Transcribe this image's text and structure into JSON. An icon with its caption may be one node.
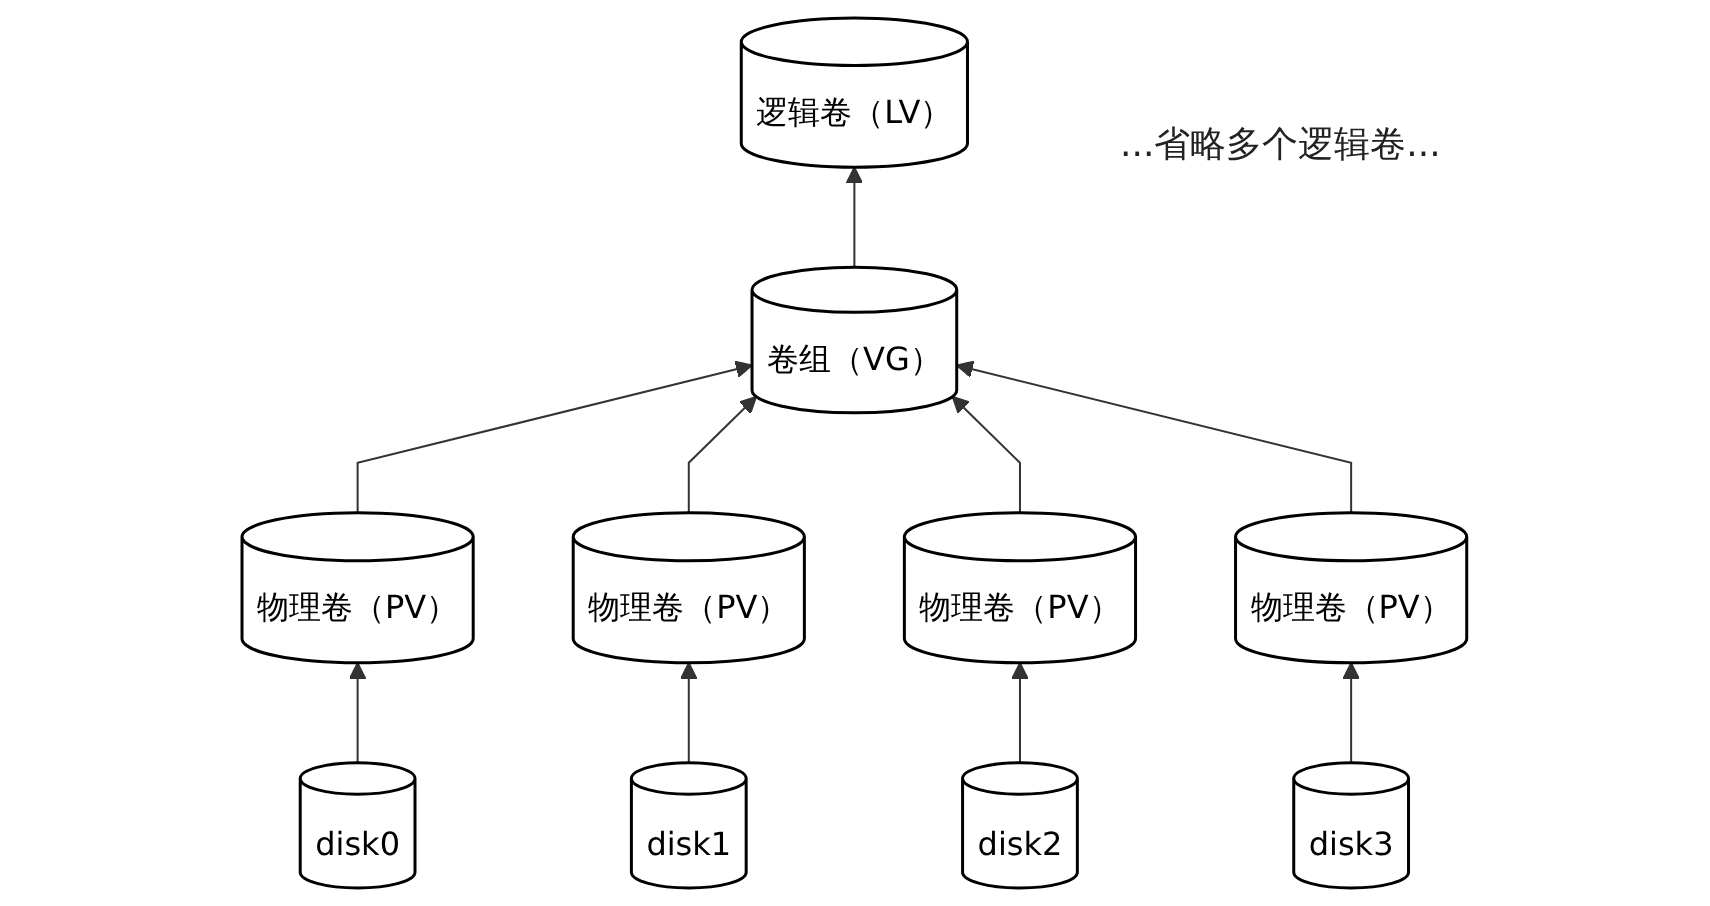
{
  "diagram": {
    "nodes": [
      {
        "text": [
          "逻辑卷（LV）"
        ]
      },
      {
        "text": [
          "卷组（VG）"
        ]
      },
      {
        "text": [
          "物理卷（PV）"
        ]
      },
      {
        "text": [
          "物理卷（PV）"
        ]
      },
      {
        "text": [
          "物理卷（PV）"
        ]
      },
      {
        "text": [
          "物理卷（PV）"
        ]
      },
      {
        "text": [
          "disk0"
        ]
      },
      {
        "text": [
          "disk1"
        ]
      },
      {
        "text": [
          "disk2"
        ]
      },
      {
        "text": [
          "disk3"
        ]
      }
    ],
    "edges": [
      {
        "from": 1,
        "to": 0,
        "arrow": "to"
      },
      {
        "from": 2,
        "to": 1,
        "arrow": "to"
      },
      {
        "from": 3,
        "to": 1,
        "arrow": "to"
      },
      {
        "from": 4,
        "to": 1,
        "arrow": "to"
      },
      {
        "from": 5,
        "to": 1,
        "arrow": "to"
      },
      {
        "from": 6,
        "to": 2,
        "arrow": "to"
      },
      {
        "from": 7,
        "to": 3,
        "arrow": "to"
      },
      {
        "from": 8,
        "to": 4,
        "arrow": "to"
      },
      {
        "from": 9,
        "to": 5,
        "arrow": "to"
      }
    ],
    "labels": [
      "...省略多个逻辑卷..."
    ]
  }
}
